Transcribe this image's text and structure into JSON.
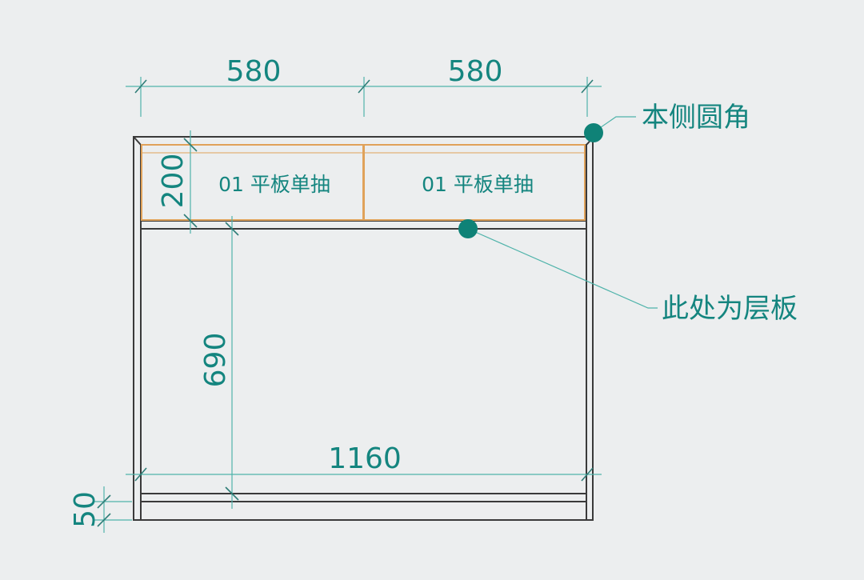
{
  "dimensions": {
    "width_left": "580",
    "width_right": "580",
    "drawer_height": "200",
    "opening_height": "690",
    "inner_width": "1160",
    "base_height": "50"
  },
  "drawers": [
    {
      "label": "01 平板单抽"
    },
    {
      "label": "01 平板单抽"
    }
  ],
  "callouts": {
    "rounded_corner": "本侧圆角",
    "shelf": "此处为层板"
  },
  "colors": {
    "background": "#eceeef",
    "annotation": "#14857f",
    "dimension_line": "#4fb3aa",
    "drawer_outline": "#e0a25a",
    "frame": "#3a3a3a"
  }
}
